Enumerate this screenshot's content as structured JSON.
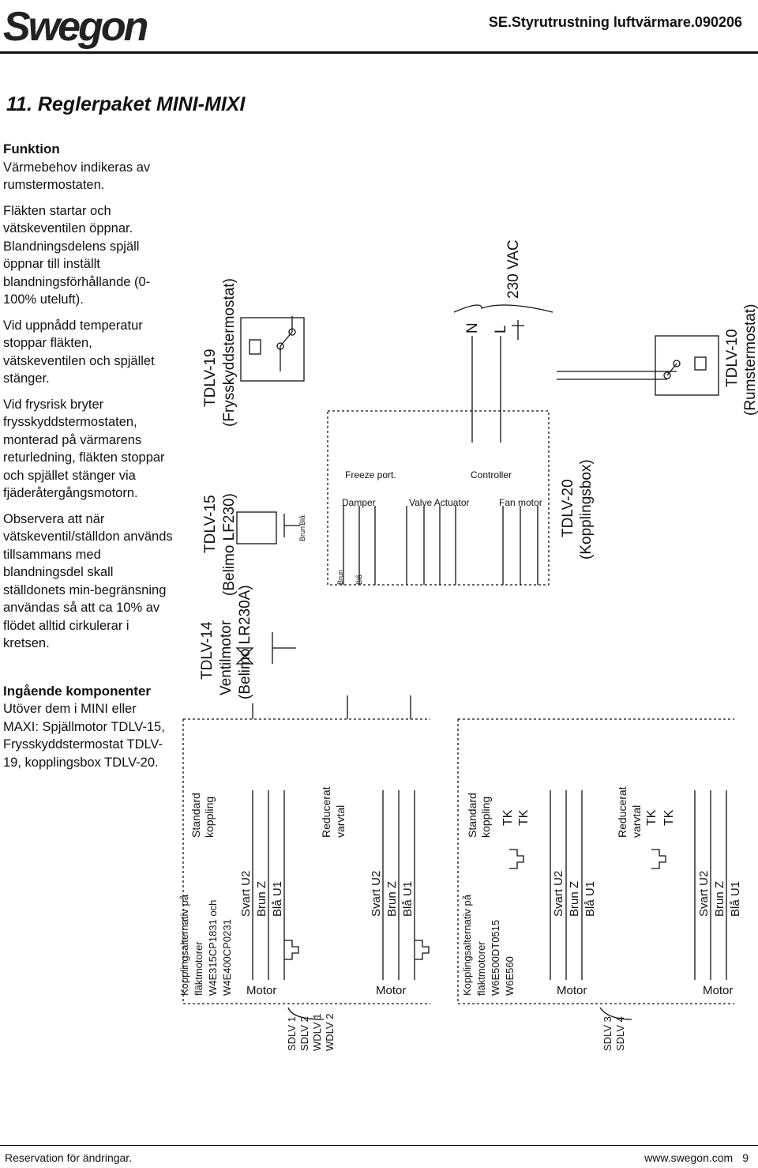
{
  "header": {
    "logo": "Swegon",
    "doc_code": "SE.Styrutrustning luftvärmare.090206"
  },
  "title": "11. Reglerpaket MINI-MIXI",
  "funktion": {
    "heading": "Funktion",
    "paragraphs": [
      "Värmebehov indikeras av rumstermostaten.",
      "Fläkten startar och vätskeventilen öppnar. Blandningsdelens spjäll öppnar till inställt blandningsförhållande (0-100% uteluft).",
      "Vid uppnådd temperatur stoppar fläkten, vätskeventilen och spjället stänger.",
      "Vid frysrisk bryter frysskyddstermostaten, monterad på värmarens returledning, fläkten stoppar och spjället stänger via fjäderåtergångsmotorn.",
      "Observera att när vätskeventil/ställdon används tillsammans med blandningsdel skall ställdonets min-begränsning användas så att ca 10% av flödet alltid cirkulerar i kretsen."
    ]
  },
  "ingaende": {
    "heading": "Ingående komponenter",
    "text": "Utöver dem i MINI eller MAXI: Spjällmotor TDLV-15, Frysskyddstermostat TDLV-19, kopplingsbox TDLV-20."
  },
  "diagram": {
    "tdlv19": [
      "TDLV-19",
      "(Frysskyddstermostat)"
    ],
    "tdlv15": [
      "TDLV-15",
      "(Belimo LF230)"
    ],
    "tdlv14": [
      "TDLV-14",
      "Ventilmotor",
      "(Belimo LR230A)"
    ],
    "tdlv20": [
      "TDLV-20",
      "(Kopplingsbox)"
    ],
    "tdlv10": [
      "TDLV-10",
      "(Rumstermostat)"
    ],
    "supply": "230 VAC",
    "N": "N",
    "L": "L",
    "freeze_port": "Freeze port.",
    "controller": "Controller",
    "damper": "Damper",
    "valve_actuator": "Valve Actuator",
    "fan_motor": "Fan motor",
    "brun": "Brun",
    "bla": "Blå",
    "standard": [
      "Standard",
      "koppling"
    ],
    "reducerat": [
      "Reducerat",
      "varvtal"
    ],
    "koppl_alt_1": [
      "Kopplingsalternativ på",
      "fläktmotorer",
      "W4E315CP1831 och",
      "W4E400CP0231"
    ],
    "koppl_alt_2": [
      "Kopplingsalternativ på",
      "fläktmotorer",
      "W6E500DT0515",
      "W6E560"
    ],
    "wires": [
      "Svart U2",
      "Brun Z",
      "Blå U1"
    ],
    "motor": "Motor",
    "tk": "TK",
    "sdlv_1": [
      "SDLV 1",
      "SDLV 2",
      "WDLV 1",
      "WDLV 2"
    ],
    "sdlv_2": [
      "SDLV 3",
      "SDLV 4"
    ]
  },
  "footer": {
    "left": "Reservation för ändringar.",
    "url": "www.swegon.com",
    "page": "9"
  }
}
